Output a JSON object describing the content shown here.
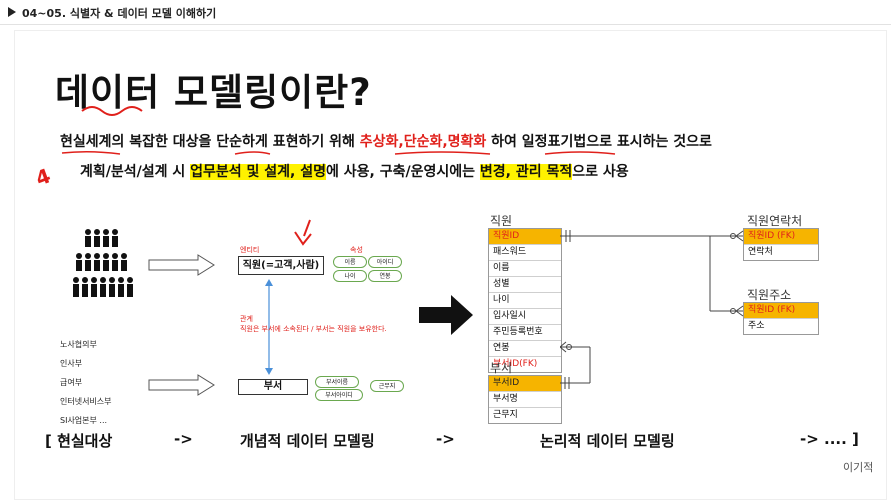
{
  "header": {
    "title": "04~05. 식별자 & 데이터 모델 이해하기"
  },
  "slide": {
    "title": "데이터 모델링이란?",
    "line1": {
      "part1": "현실세계의 복잡한 대상을 단순하게 표현하기 위해 ",
      "red": "추상화,단순화,명확화",
      "part2": " 하여 일정표기법으로 표시하는 것으로"
    },
    "line2": {
      "part1": "계획/분석/설계 시 ",
      "highlight1": "업무분석 및 설계, 설명",
      "part2": "에 사용, 구축/운영시에는 ",
      "highlight2": "변경, 관리 목적",
      "part3": "으로 사용"
    },
    "annotation_star": "4",
    "real_list": [
      "노사협의부",
      "인사부",
      "급여부",
      "인터넷서비스부",
      "SI사업본부 ..."
    ],
    "concept": {
      "entity_label": "엔티티",
      "attribute_label": "속성",
      "employee_box": "직원(=고객,사람)",
      "employee_attrs": [
        "이름",
        "아이디",
        "나이",
        "연봉"
      ],
      "relation_label": "관계",
      "relation_text": "직원은 부서에 소속된다 / 부서는 직원을 보유한다.",
      "dept_box": "부서",
      "dept_attrs": [
        "부서이름",
        "근무지",
        "부서아이디"
      ]
    },
    "logical": {
      "employee": {
        "title": "직원",
        "rows": [
          "직원ID",
          "패스워드",
          "이름",
          "성별",
          "나이",
          "입사일시",
          "주민등록번호",
          "연봉",
          "부서ID(FK)"
        ]
      },
      "contact": {
        "title": "직원연락처",
        "rows": [
          "직원ID (FK)",
          "연락처"
        ]
      },
      "address": {
        "title": "직원주소",
        "rows": [
          "직원ID (FK)",
          "주소"
        ]
      },
      "dept": {
        "title": "부서",
        "rows": [
          "부서ID",
          "부서명",
          "근무지"
        ]
      }
    },
    "bottom": {
      "reality": "[ 현실대상",
      "arrow1": "->",
      "conceptual": "개념적 데이터 모델링",
      "arrow2": "->",
      "logical": "논리적 데이터 모델링",
      "more": "-> .... ]"
    },
    "logo": "이기적"
  }
}
